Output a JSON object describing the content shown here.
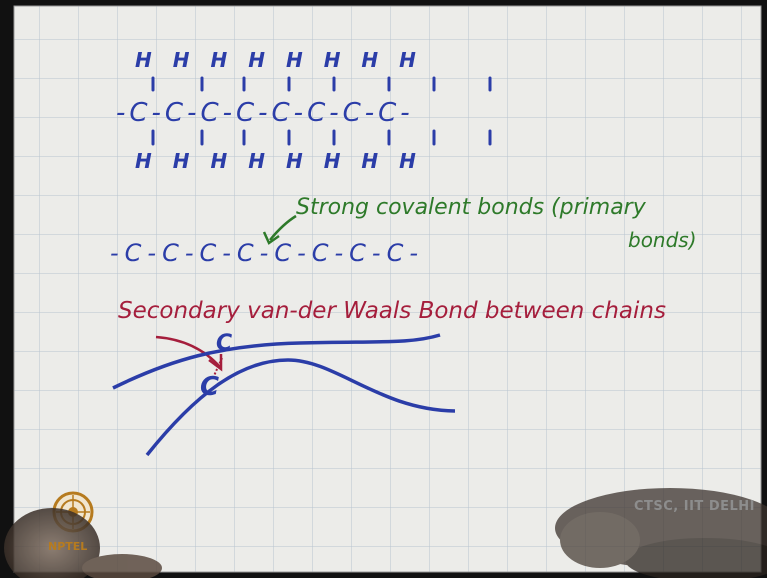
{
  "slide": {
    "structure_top_h": "HHHHHHHH",
    "structure_chain": "-C-C-C-C-C-C-C-C-",
    "structure_bottom_h": "HHHHHHHH",
    "backbone_chain": "-C-C-C-C-C-C-C-C-",
    "note_strong": "Strong covalent bonds (primary",
    "note_bonds": "bonds)",
    "note_secondary": "Secondary van-der Waals Bond between chains",
    "atom_top": "C",
    "atom_bottom": "C"
  },
  "watermark": "CTSC, IIT DELHI",
  "logo": {
    "label": "NPTEL",
    "icon": "nptel-logo-icon"
  },
  "colors": {
    "paper": "#ecece9",
    "grid": "#b8c4d0",
    "blue_ink": "#2b3da8",
    "green_ink": "#2e7a2a",
    "red_ink": "#a51e3c",
    "logo_orange": "#b67b1f"
  }
}
